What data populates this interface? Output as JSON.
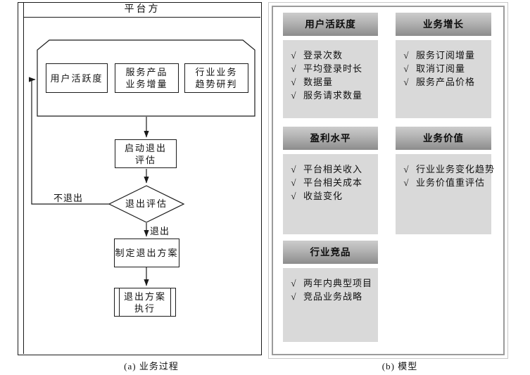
{
  "colors": {
    "line": "#1a1a1a",
    "hdr-top": "#cccccc",
    "hdr-bot": "#8c8c8c",
    "body-bg": "#d9d9d9",
    "panel-border": "#9b9b9b",
    "panel-outline": "#c8c8c8"
  },
  "panel_a": {
    "caption": "(a) 业务过程",
    "lane_title": "平台方",
    "boxes": {
      "user_activity": "用户活跃度",
      "service_growth": {
        "line1": "服务产品",
        "line2": "业务增量"
      },
      "industry_trend": {
        "line1": "行业业务",
        "line2": "趋势研判"
      },
      "start_eval": {
        "line1": "启动退出",
        "line2": "评估"
      },
      "decision": "退出评估",
      "make_plan": "制定退出方案",
      "exec_plan": {
        "line1": "退出方案",
        "line2": "执行"
      }
    },
    "labels": {
      "no_exit": "不退出",
      "exit": "退出"
    }
  },
  "panel_b": {
    "caption": "(b) 模型",
    "check": "√",
    "cards": [
      {
        "title": "用户活跃度",
        "items": [
          "登录次数",
          "平均登录时长",
          "数据量",
          "服务请求数量"
        ]
      },
      {
        "title": "业务增长",
        "items": [
          "服务订阅增量",
          "取消订阅量",
          "服务产品价格"
        ]
      },
      {
        "title": "盈利水平",
        "items": [
          "平台相关收入",
          "平台相关成本",
          "收益变化"
        ]
      },
      {
        "title": "业务价值",
        "items": [
          "行业业务变化趋势",
          "业务价值重评估"
        ]
      },
      {
        "title": "行业竞品",
        "items": [
          "两年内典型项目",
          "竞品业务战略"
        ]
      }
    ]
  }
}
